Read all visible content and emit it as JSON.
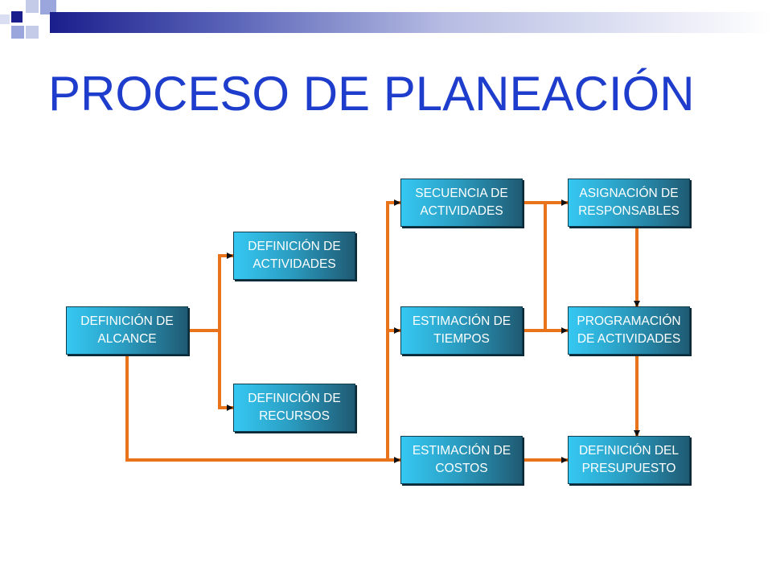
{
  "title": "PROCESO DE PLANEACIÓN",
  "colors": {
    "title": "#1f3dcc",
    "connector": "#e8731a",
    "box_gradient_start": "#35c8f2",
    "box_gradient_end": "#1f5a73",
    "deco_dark": "#1a1e8c",
    "deco_light": "#9aa6dc"
  },
  "boxes": {
    "alcance": "DEFINICIÓN DE ALCANCE",
    "actividades": "DEFINICIÓN DE ACTIVIDADES",
    "recursos": "DEFINICIÓN DE RECURSOS",
    "secuencia": "SECUENCIA DE ACTIVIDADES",
    "tiempos": "ESTIMACIÓN DE TIEMPOS",
    "costos": "ESTIMACIÓN DE COSTOS",
    "responsables": "ASIGNACIÓN DE RESPONSABLES",
    "programacion": "PROGRAMACIÓN DE ACTIVIDADES",
    "presupuesto": "DEFINICIÓN DEL PRESUPUESTO"
  }
}
